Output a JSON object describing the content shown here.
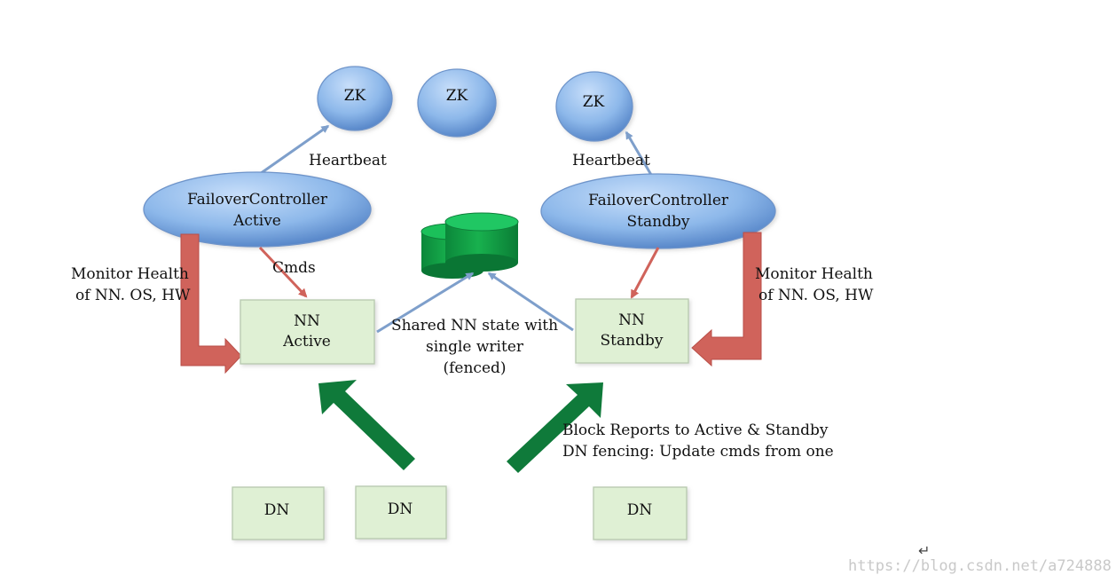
{
  "zk_nodes": [
    {
      "label": "ZK"
    },
    {
      "label": "ZK"
    },
    {
      "label": "ZK"
    }
  ],
  "failover_active": {
    "line1": "FailoverController",
    "line2": "Active"
  },
  "failover_standby": {
    "line1": "FailoverController",
    "line2": "Standby"
  },
  "nn_active": {
    "line1": "NN",
    "line2": "Active"
  },
  "nn_standby": {
    "line1": "NN",
    "line2": "Standby"
  },
  "dn_nodes": [
    {
      "label": "DN"
    },
    {
      "label": "DN"
    },
    {
      "label": "DN"
    }
  ],
  "labels": {
    "heartbeat_left": "Heartbeat",
    "heartbeat_right": "Heartbeat",
    "cmds": "Cmds",
    "monitor_left": [
      "Monitor Health",
      "of NN. OS, HW"
    ],
    "monitor_right": [
      "Monitor Health",
      "of NN. OS, HW"
    ],
    "shared_state": [
      "Shared NN state with",
      "single writer",
      "(fenced)"
    ],
    "block_reports": [
      "Block Reports to Active & Standby",
      "DN fencing: Update cmds from one"
    ]
  },
  "watermark": "https://blog.csdn.net/a724888",
  "return_mark": "↵",
  "colors": {
    "ellipse_light": "#a9c9ee",
    "ellipse_dark": "#4f7fc4",
    "box_fill": "#dff0d4",
    "box_stroke": "#b7c9ae",
    "heartbeat_arrow": "#7e9fcb",
    "shared_arrow": "#7e9fcb",
    "red_arrow": "#d0635b",
    "green_arrow": "#0f7a3a",
    "database": "#13a44b"
  }
}
